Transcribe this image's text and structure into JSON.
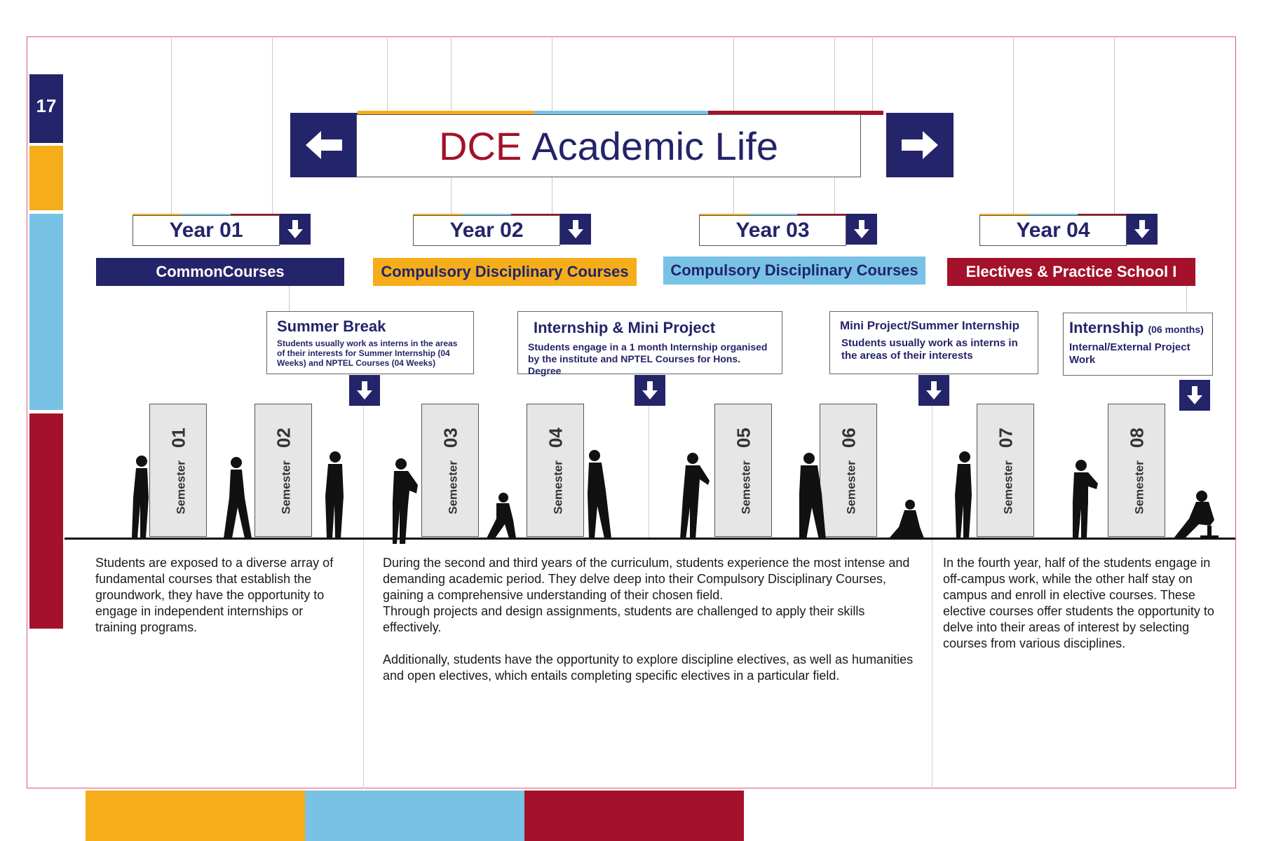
{
  "page_number": "17",
  "title": {
    "prefix": "DCE",
    "rest": "Academic Life"
  },
  "nav": {
    "prev_icon": "arrow-left-icon",
    "next_icon": "arrow-right-icon"
  },
  "colors": {
    "navy": "#24246a",
    "orange": "#f6ad1a",
    "sky": "#78c3e5",
    "crimson": "#a4112a"
  },
  "years": [
    {
      "label": "Year 01",
      "category": "CommonCourses"
    },
    {
      "label": "Year 02",
      "category": "Compulsory Disciplinary Courses"
    },
    {
      "label": "Year 03",
      "category": "Compulsory Disciplinary Courses"
    },
    {
      "label": "Year 04",
      "category": "Electives & Practice School I"
    }
  ],
  "breaks": [
    {
      "title": "Summer Break",
      "body": "Students usually work as interns in the areas of their interests for Summer Internship (04 Weeks) and NPTEL Courses (04 Weeks)"
    },
    {
      "title": "Internship & Mini Project",
      "body": "Students engage in a 1 month Internship organised by the institute and NPTEL Courses for Hons. Degree"
    },
    {
      "title": "Mini Project/Summer Internship",
      "body": "Students usually work as interns in the areas of their interests"
    },
    {
      "title": "Internship",
      "title_suffix": "(06 months)",
      "body": "Internal/External Project Work"
    }
  ],
  "semester_label": "Semester",
  "semesters": [
    "01",
    "02",
    "03",
    "04",
    "05",
    "06",
    "07",
    "08"
  ],
  "descriptions": {
    "year1": "Students are exposed to a diverse array of fundamental courses that establish the groundwork, they have the opportunity to engage in independent internships or training programs.",
    "middle_p1": "During the second and third years of the curriculum, students experience the most intense and demanding academic period. They delve deep into their Compulsory Disciplinary Courses, gaining a comprehensive understanding of their chosen field.",
    "middle_p2": "Through projects and design assignments, students are challenged to apply their skills effectively.",
    "middle_p3": "Additionally, students have the opportunity to explore discipline electives, as well as humanities and open electives, which entails completing specific electives in a particular field.",
    "year4": "In the fourth year, half of the students engage in off-campus work, while the other half stay on campus and enroll in elective courses. These elective courses offer students the opportunity to delve into their areas of interest by selecting courses from various disciplines."
  }
}
